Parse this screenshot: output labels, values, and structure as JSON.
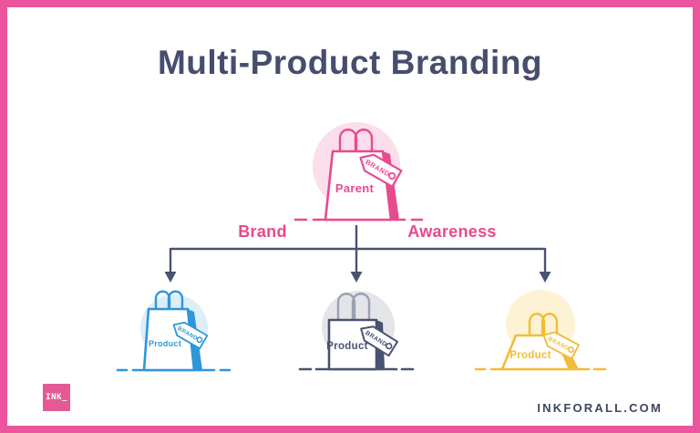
{
  "title": "Multi-Product Branding",
  "edge_labels": {
    "left": "Brand",
    "right": "Awareness"
  },
  "nodes": {
    "parent": {
      "label": "Parent",
      "tag": "BRAND",
      "color": "#e84a90"
    },
    "product_blue": {
      "label": "Product",
      "tag": "BRAND",
      "color": "#2e96d9"
    },
    "product_navy": {
      "label": "Product",
      "tag": "BRAND",
      "color": "#4a5272"
    },
    "product_yellow": {
      "label": "Product",
      "tag": "BRAND",
      "color": "#f2bc39"
    }
  },
  "footer": {
    "logo_text": "INK_",
    "website": "INKFORALL.COM"
  },
  "colors": {
    "frame_border": "#ea559e",
    "title_text": "#464d6d",
    "connector": "#4a5272",
    "edge_label_pink": "#e8498c",
    "logo_background": "#e45a95"
  }
}
